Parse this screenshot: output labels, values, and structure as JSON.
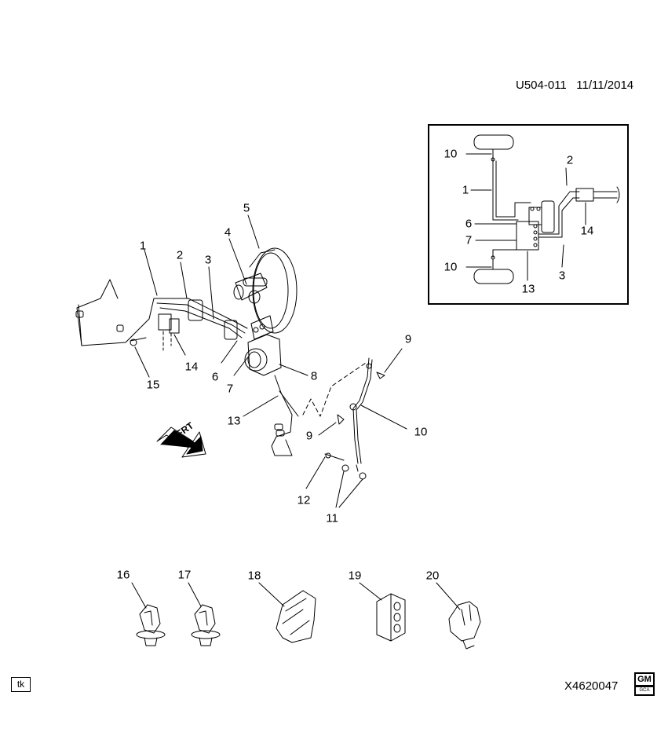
{
  "header": {
    "doc_id": "U504-011",
    "date": "11/11/2014"
  },
  "footer": {
    "initials": "tk",
    "figure_id": "X4620047",
    "logo_text": "GM",
    "logo_subtext": "GCA"
  },
  "frt_arrow_label": "FRT",
  "callouts_main": [
    "1",
    "2",
    "3",
    "4",
    "5",
    "6",
    "7",
    "8",
    "9",
    "10",
    "9",
    "10",
    "11",
    "12",
    "13",
    "14",
    "15"
  ],
  "callouts_inset": [
    "10",
    "1",
    "2",
    "6",
    "7",
    "14",
    "10",
    "13",
    "3"
  ],
  "callouts_parts": [
    "16",
    "17",
    "18",
    "19",
    "20"
  ]
}
